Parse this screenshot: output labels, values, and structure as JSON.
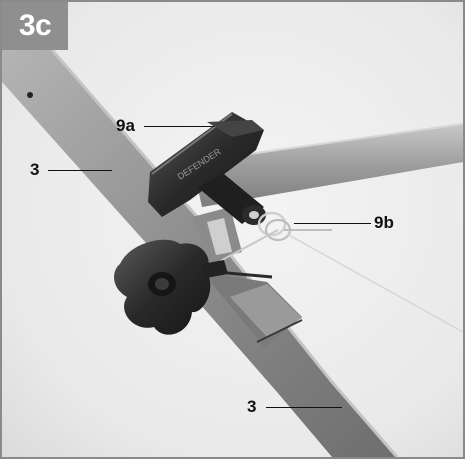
{
  "figure": {
    "badge_label": "3c"
  },
  "callouts": {
    "label_9a": "9a",
    "label_9b": "9b",
    "label_3_upper": "3",
    "label_3_lower": "3"
  },
  "colors": {
    "badge_background": "#8f8f8f",
    "badge_text": "#ffffff",
    "label_text": "#111111",
    "frame_border": "#8a8a8a"
  }
}
